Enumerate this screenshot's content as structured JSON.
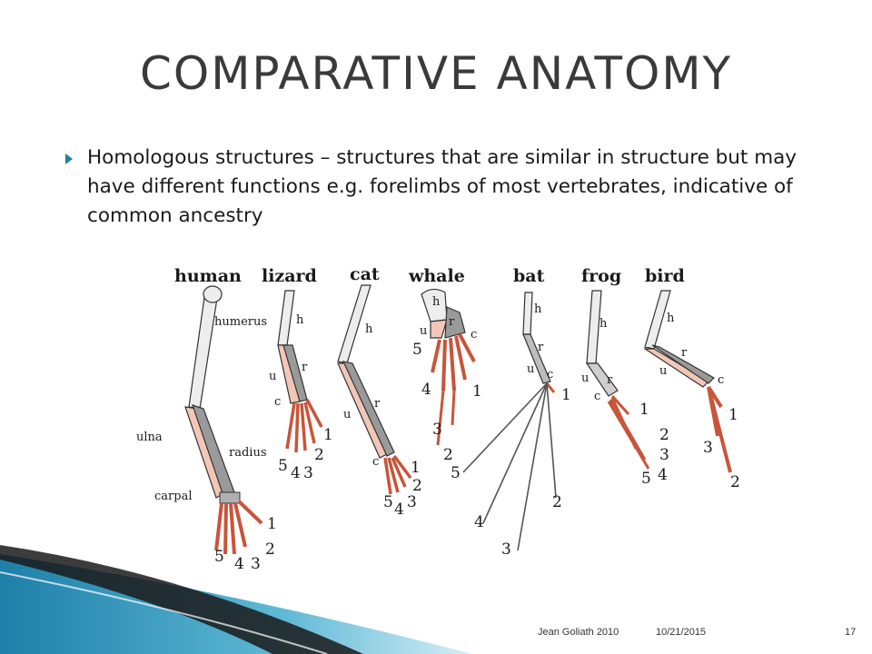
{
  "slide": {
    "title": "COMPARATIVE ANATOMY",
    "bullet": "Homologous structures – structures that are similar in structure but may have different functions e.g. forelimbs of most vertebrates, indicative of common ancestry"
  },
  "figure": {
    "animals": [
      "human",
      "lizard",
      "cat",
      "whale",
      "bat",
      "frog",
      "bird"
    ],
    "human_parts": {
      "humerus": "humerus",
      "ulna": "ulna",
      "radius": "radius",
      "carpal": "carpal"
    },
    "bone_abbrev": {
      "h": "h",
      "r": "r",
      "u": "u",
      "c": "c"
    },
    "digits": {
      "d1": "1",
      "d2": "2",
      "d3": "3",
      "d4": "4",
      "d5": "5"
    },
    "colors": {
      "bone": "#e8e8e8",
      "digits": "#c8553a",
      "radius": "#f2c7b8",
      "ulna": "#9a9a9a"
    }
  },
  "footer": {
    "author": "Jean Goliath 2010",
    "date": "10/21/2015",
    "page": "17"
  },
  "theme": {
    "accent": "#1e7fa8",
    "dark": "#1a1a1a"
  }
}
